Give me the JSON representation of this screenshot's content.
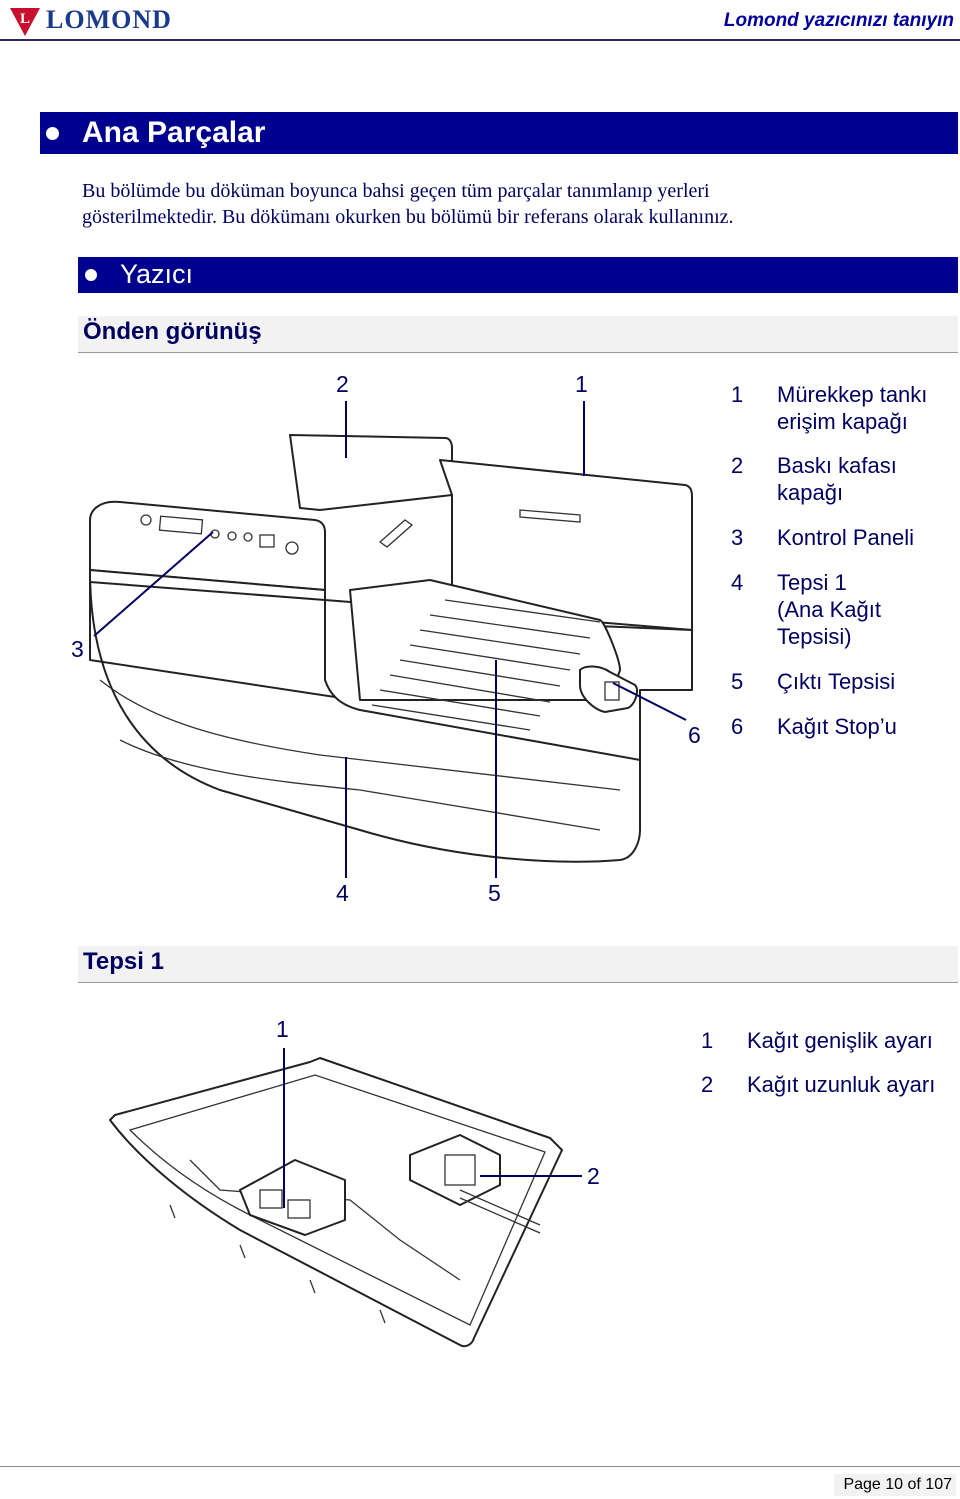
{
  "header": {
    "logo_text": "LOMOND",
    "logo_letter": "L",
    "title": "Lomond yazıcınızı tanıyın"
  },
  "section": {
    "title": "Ana Parçalar",
    "intro_line1": "Bu bölümde bu döküman boyunca bahsi geçen tüm parçalar tanımlanıp yerleri",
    "intro_line2": "gösterilmektedir. Bu dökümanı okurken bu bölümü bir referans olarak kullanınız."
  },
  "subsection": {
    "title": "Yazıcı"
  },
  "front_view": {
    "heading": "Önden görünüş",
    "callouts": {
      "c1": "1",
      "c2": "2",
      "c3": "3",
      "c4": "4",
      "c5": "5",
      "c6": "6"
    },
    "legend": [
      {
        "num": "1",
        "line1": "Mürekkep tankı",
        "line2": "erişim kapağı",
        "line3": ""
      },
      {
        "num": "2",
        "line1": "Baskı kafası",
        "line2": "kapağı",
        "line3": ""
      },
      {
        "num": "3",
        "line1": "Kontrol Paneli",
        "line2": "",
        "line3": ""
      },
      {
        "num": "4",
        "line1": "Tepsi 1",
        "line2": "(Ana Kağıt",
        "line3": "Tepsisi)"
      },
      {
        "num": "5",
        "line1": "Çıktı Tepsisi",
        "line2": "",
        "line3": ""
      },
      {
        "num": "6",
        "line1": "Kağıt Stop’u",
        "line2": "",
        "line3": ""
      }
    ]
  },
  "tray_view": {
    "heading": "Tepsi 1",
    "callouts": {
      "c1": "1",
      "c2": "2"
    },
    "legend": [
      {
        "num": "1",
        "text": "Kağıt genişlik ayarı"
      },
      {
        "num": "2",
        "text": "Kağıt uzunluk ayarı"
      }
    ]
  },
  "footer": {
    "page": "Page 10 of 107"
  },
  "colors": {
    "bar": "#00008e",
    "heading_text": "#000060",
    "header_title": "#0000a0",
    "logo_red": "#c8102e"
  },
  "icons": [
    "logo-l-icon",
    "bullet-icon"
  ]
}
